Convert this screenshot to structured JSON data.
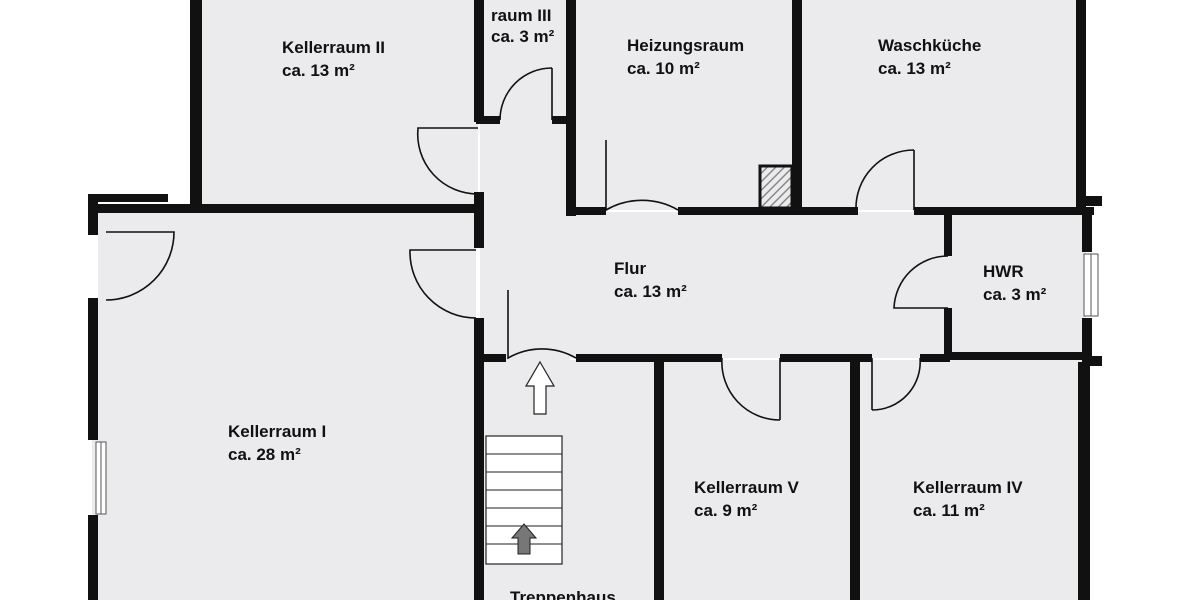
{
  "plan": {
    "colors": {
      "floor": "#ebebee",
      "wall": "#111111",
      "door_line": "#111111",
      "window_fill": "#ffffff",
      "arrow_fill_up": "#ffffff",
      "arrow_fill_stairs": "#777777",
      "hatch": "#888888"
    },
    "rooms": [
      {
        "id": "kellerraum-2",
        "name": "Kellerraum II",
        "area": "ca. 13 m²"
      },
      {
        "id": "kellerraum-3",
        "name": "raum III",
        "area": "ca. 3 m²"
      },
      {
        "id": "heizungsraum",
        "name": "Heizungsraum",
        "area": "ca. 10 m²"
      },
      {
        "id": "waschkueche",
        "name": "Waschküche",
        "area": "ca. 13 m²"
      },
      {
        "id": "kellerraum-1",
        "name": "Kellerraum I",
        "area": "ca. 28 m²"
      },
      {
        "id": "flur",
        "name": "Flur",
        "area": "ca. 13 m²"
      },
      {
        "id": "hwr",
        "name": "HWR",
        "area": "ca. 3 m²"
      },
      {
        "id": "kellerraum-5",
        "name": "Kellerraum V",
        "area": "ca. 9 m²"
      },
      {
        "id": "kellerraum-4",
        "name": "Kellerraum IV",
        "area": "ca. 11 m²"
      },
      {
        "id": "treppenhaus",
        "name": "Treppenhaus",
        "area": ""
      }
    ]
  }
}
